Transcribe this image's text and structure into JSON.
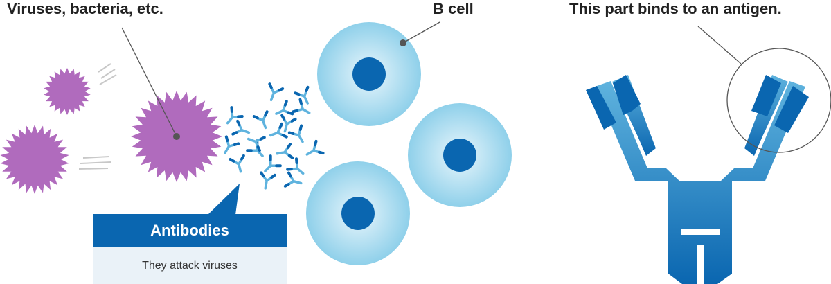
{
  "labels": {
    "viruses": "Viruses, bacteria, etc.",
    "b_cell": "B cell",
    "antigen_binding": "This part binds to an antigen."
  },
  "callout": {
    "title": "Antibodies",
    "description": "They attack viruses"
  },
  "colors": {
    "virus": "#b06bbd",
    "antibody_dark": "#0a66b0",
    "antibody_light": "#5fb3de",
    "b_cell_outer": "#8fd0ea",
    "b_cell_inner": "#e9f6fc",
    "b_cell_nucleus": "#0a66b0",
    "callout_head": "#0a66b0",
    "callout_body": "#eaf2f8",
    "leader_line": "#555555"
  }
}
